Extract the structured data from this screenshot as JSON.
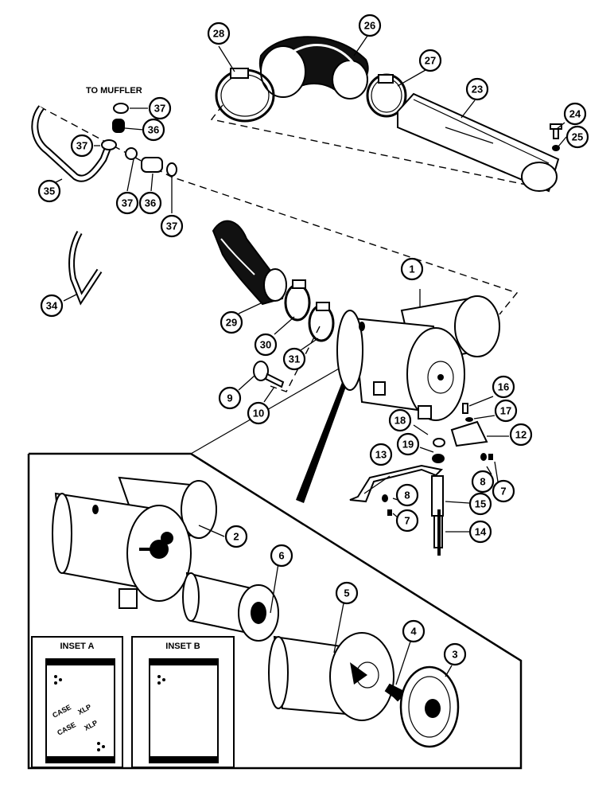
{
  "labels": {
    "to_muffler": "TO MUFFLER",
    "inset_a": "INSET A",
    "inset_b": "INSET B",
    "brand": "CASE",
    "xlp": "XLP"
  },
  "callouts": [
    "1",
    "2",
    "3",
    "4",
    "5",
    "6",
    "7",
    "8",
    "9",
    "10",
    "12",
    "13",
    "14",
    "15",
    "16",
    "17",
    "18",
    "19",
    "23",
    "24",
    "25",
    "26",
    "27",
    "28",
    "29",
    "30",
    "31",
    "34",
    "35",
    "36",
    "37"
  ]
}
